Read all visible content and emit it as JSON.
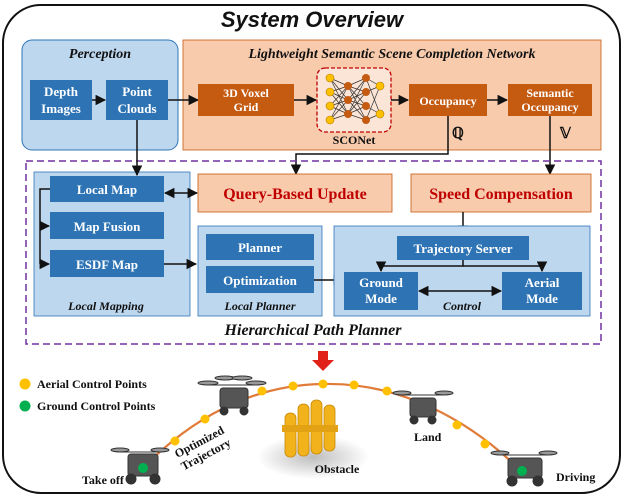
{
  "title": "System Overview",
  "perception": {
    "title": "Perception",
    "depth_images": [
      "Depth",
      "Images"
    ],
    "point_clouds": [
      "Point",
      "Clouds"
    ]
  },
  "sscn": {
    "title": "Lightweight Semantic Scene Completion Network",
    "voxel_grid": [
      "3D Voxel",
      "Grid"
    ],
    "net_label": "SCONet",
    "occupancy": "Occupancy",
    "semantic_occupancy": [
      "Semantic",
      "Occupancy"
    ],
    "symbol_q": "ℚ",
    "symbol_v": "𝕍"
  },
  "planner": {
    "title": "Hierarchical Path Planner",
    "query_update": "Query-Based Update",
    "speed_compensation": "Speed Compensation",
    "local_mapping": {
      "label": "Local Mapping",
      "local_map": "Local Map",
      "map_fusion": "Map Fusion",
      "esdf_map": "ESDF Map"
    },
    "local_planner": {
      "label": "Local Planner",
      "planner": "Planner",
      "optimization": "Optimization"
    },
    "control": {
      "label": "Control",
      "trajectory_server": "Trajectory Server",
      "ground_mode": [
        "Ground",
        "Mode"
      ],
      "aerial_mode": [
        "Aerial",
        "Mode"
      ]
    }
  },
  "scene": {
    "legend_aerial": "Aerial Control Points",
    "legend_ground": "Ground Control Points",
    "optimized_trajectory": [
      "Optimized",
      "Trajectory"
    ],
    "take_off": "Take off",
    "obstacle": "Obstacle",
    "land": "Land",
    "driving": "Driving"
  },
  "colors": {
    "blue_box": "#2e74b5",
    "blue_panel": "#bdd7ee",
    "orange_box": "#c55a11",
    "orange_panel": "#f8cbad",
    "aerial_point": "#ffc000",
    "ground_point": "#00b050",
    "trajectory": "#e07b39",
    "planner_border": "#7030a0",
    "obstacle": "#f2b21b"
  }
}
